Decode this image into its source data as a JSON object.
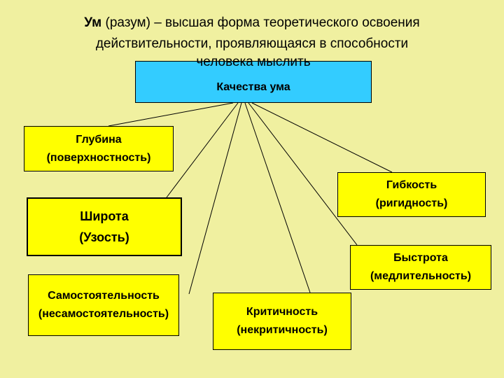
{
  "title": {
    "bold": "Ум",
    "line1_rest": " (разум) – высшая форма теоретического освоения",
    "line2": "действительности, проявляющаяся в способности",
    "line3": "человека мыслить"
  },
  "center": {
    "label": "Качества ума"
  },
  "qualities": [
    {
      "name": "Глубина",
      "opposite": "(поверхностность)"
    },
    {
      "name": "Широта",
      "opposite": "(Узость)"
    },
    {
      "name": "Самостоятельность",
      "opposite": "(несамостоятельность)"
    },
    {
      "name": "Критичность",
      "opposite": "(некритичность)"
    },
    {
      "name": "Быстрота",
      "opposite": "(медлительность)"
    },
    {
      "name": "Гибкость",
      "opposite": "(ригидность)"
    }
  ]
}
